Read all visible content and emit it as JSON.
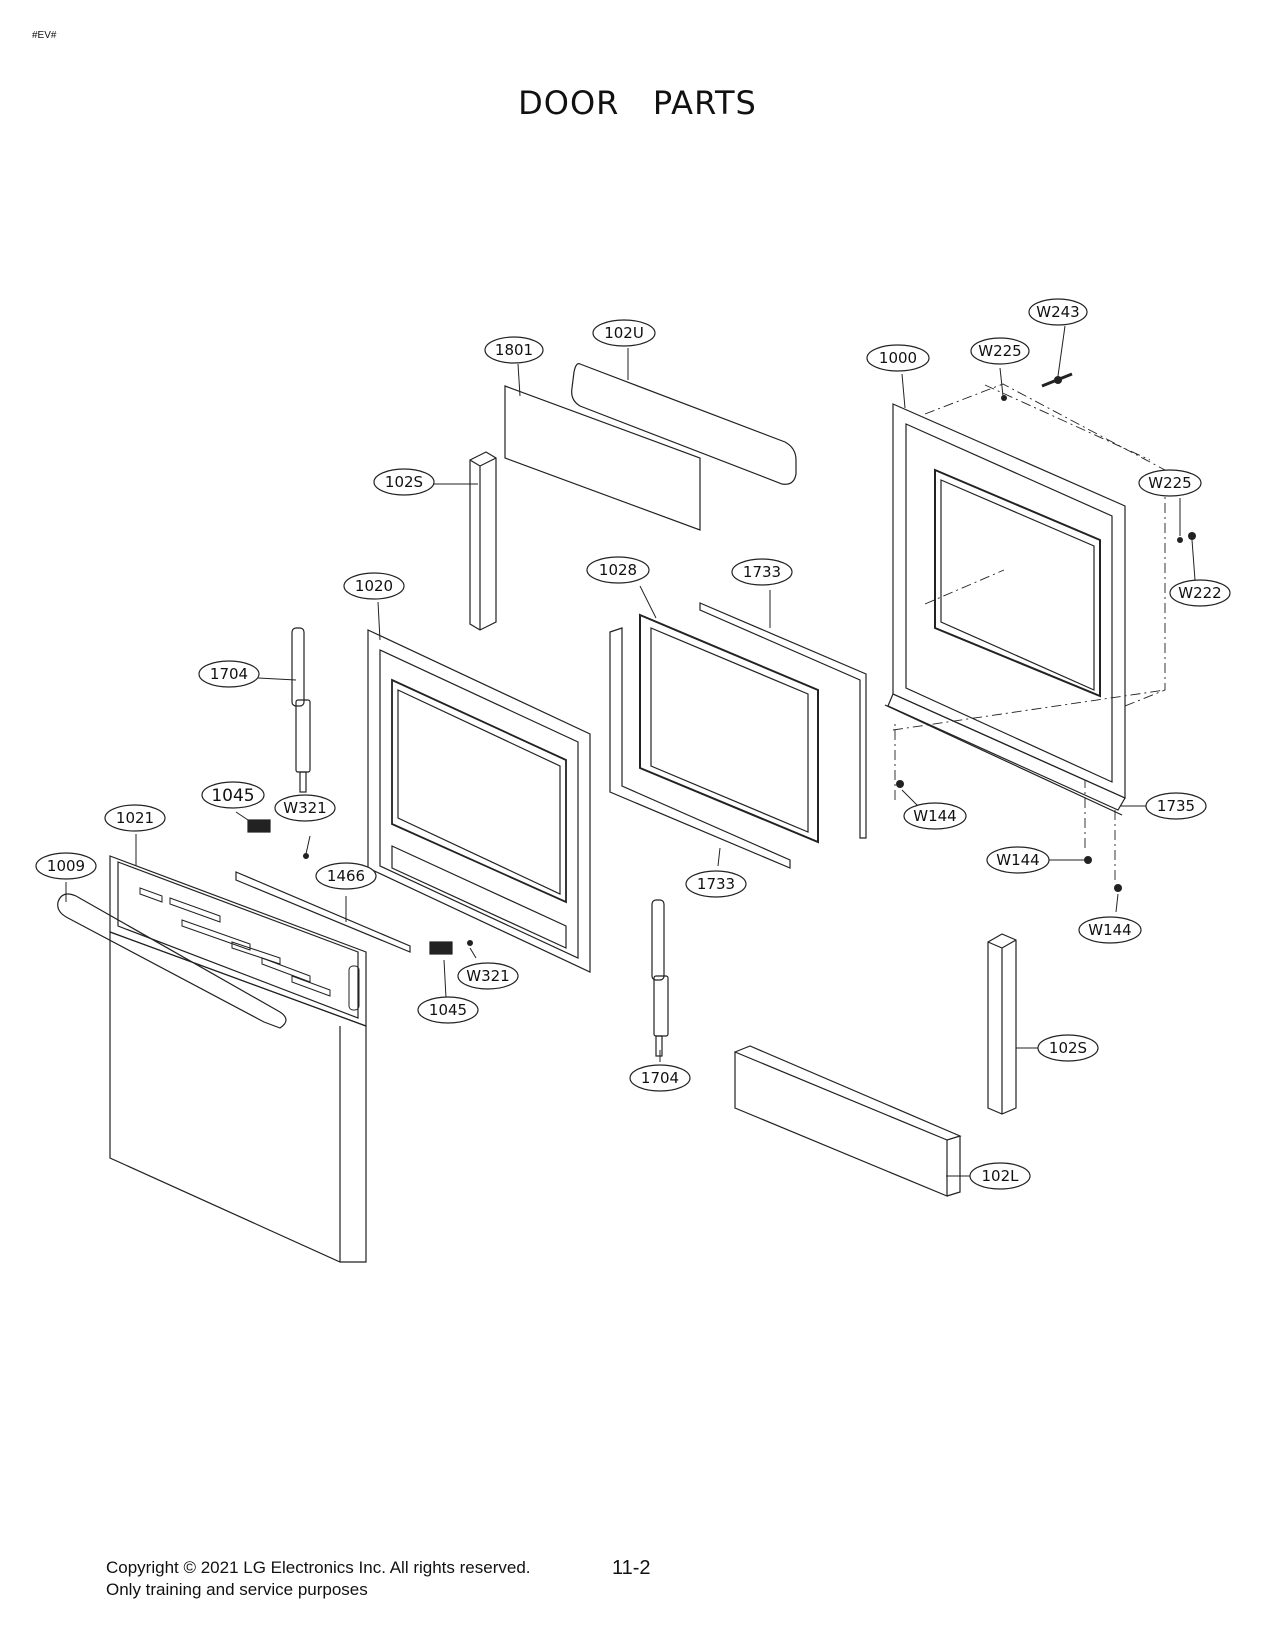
{
  "header": {
    "tag": "#EV#",
    "title": "DOOR   PARTS"
  },
  "footer": {
    "copyright": "Copyright © 2021 LG Electronics Inc. All rights reserved.",
    "note": "Only training and service purposes",
    "page_number": "11-2"
  },
  "callouts": {
    "w243": "W243",
    "w225_top": "W225",
    "p1000": "1000",
    "p102u": "102U",
    "p1801": "1801",
    "p102s_top": "102S",
    "w225_right": "W225",
    "w222": "W222",
    "p1020": "1020",
    "p1028": "1028",
    "p1733_top": "1733",
    "p1704_left": "1704",
    "p1045_top": "1045",
    "w321_top": "W321",
    "p1021": "1021",
    "p1009": "1009",
    "p1466": "1466",
    "w144_a": "W144",
    "p1735": "1735",
    "w144_b": "W144",
    "w144_c": "W144",
    "p1733_bottom": "1733",
    "w321_bottom": "W321",
    "p1045_bottom": "1045",
    "p102s_bottom": "102S",
    "p1704_bottom": "1704",
    "p102l": "102L"
  }
}
